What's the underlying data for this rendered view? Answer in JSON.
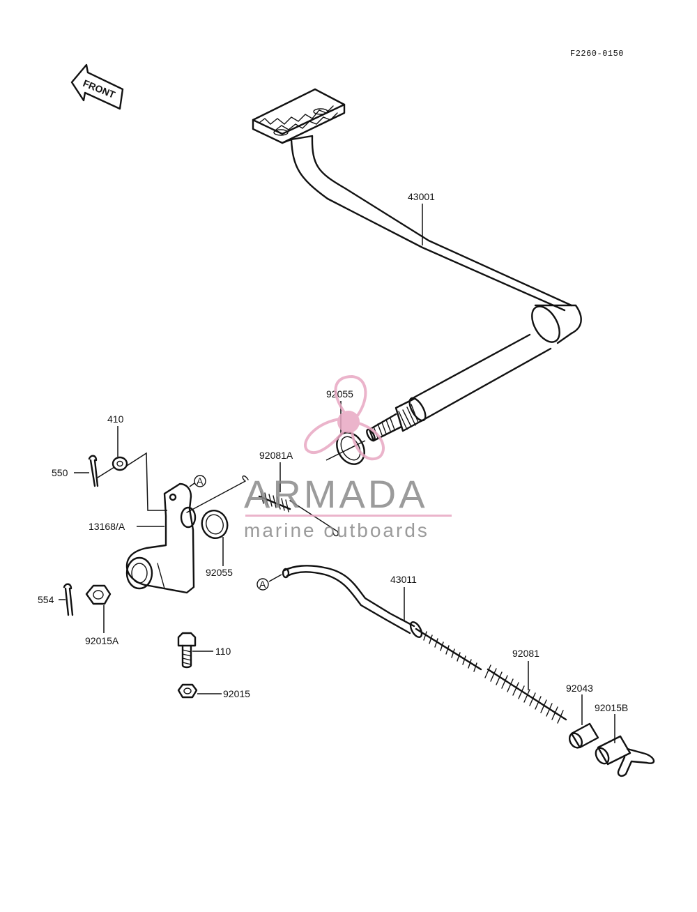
{
  "diagram_code": "F2260-0150",
  "front_arrow_label": "FRONT",
  "reference_marker": "A",
  "watermark": {
    "brand": "ARMADA",
    "tagline": "marine outboards",
    "brand_color": "#8a8a8a",
    "accent_color": "#e8a7c2"
  },
  "part_labels": {
    "p43001": "43001",
    "p92055_top": "92055",
    "p410": "410",
    "p550": "550",
    "p92081A": "92081A",
    "p13168A": "13168/A",
    "p92055_bottom": "92055",
    "p554": "554",
    "p92015A": "92015A",
    "p43011": "43011",
    "p92081": "92081",
    "p110": "110",
    "p92015": "92015",
    "p92043": "92043",
    "p92015B": "92015B"
  }
}
